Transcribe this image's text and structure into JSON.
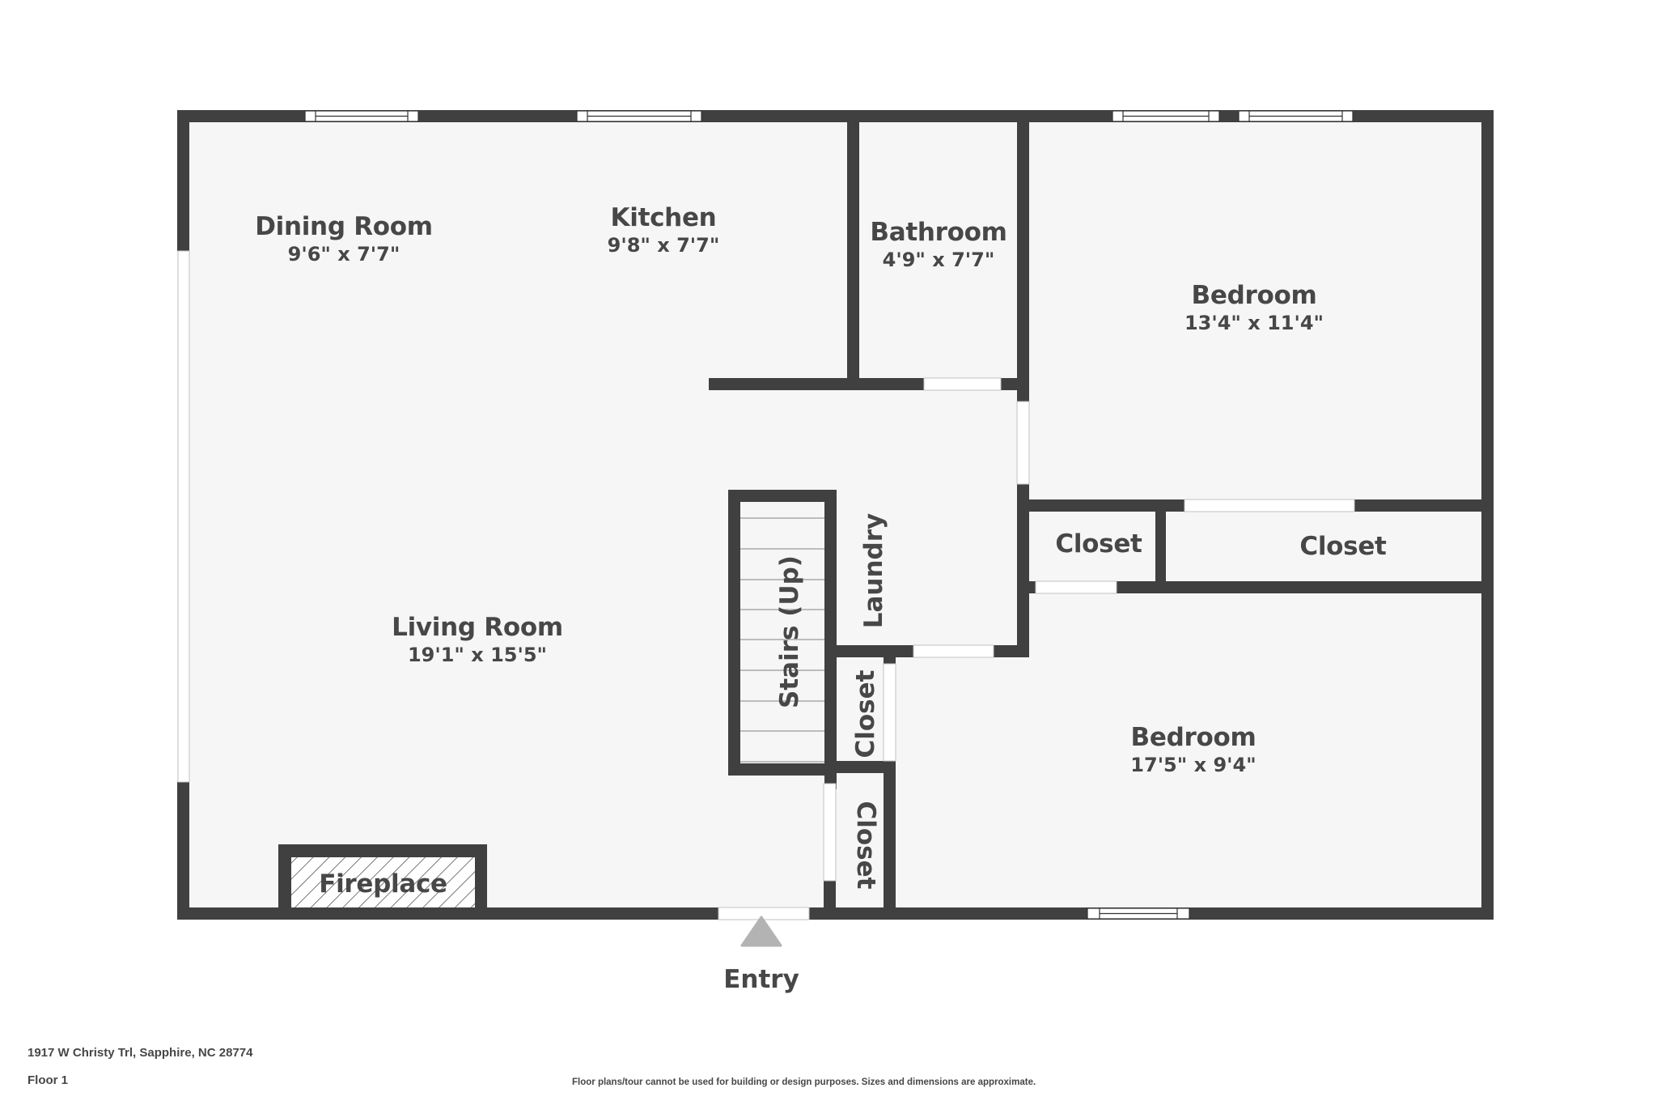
{
  "colors": {
    "wall": "#404040",
    "floor": "#f6f6f6",
    "opening": "#ffffff",
    "opening_edge": "#c2c2c2",
    "text": "#474747",
    "entry_arrow": "#b3b3b3"
  },
  "rooms": {
    "dining": {
      "name": "Dining Room",
      "dims": "9'6\" x 7'7\""
    },
    "kitchen": {
      "name": "Kitchen",
      "dims": "9'8\" x 7'7\""
    },
    "bathroom": {
      "name": "Bathroom",
      "dims": "4'9\" x 7'7\""
    },
    "bedroom1": {
      "name": "Bedroom",
      "dims": "13'4\" x 11'4\""
    },
    "living": {
      "name": "Living Room",
      "dims": "19'1\" x 15'5\""
    },
    "bedroom2": {
      "name": "Bedroom",
      "dims": "17'5\" x 9'4\""
    },
    "closet_a": {
      "name": "Closet"
    },
    "closet_b": {
      "name": "Closet"
    },
    "closet_c": {
      "name": "Closet"
    },
    "closet_d": {
      "name": "Closet"
    },
    "laundry": {
      "name": "Laundry"
    },
    "stairs": {
      "name": "Stairs (Up)"
    },
    "fireplace": {
      "name": "Fireplace"
    }
  },
  "entry": {
    "label": "Entry",
    "icon": "triangle-up-arrow-icon"
  },
  "footer": {
    "address": "1917 W Christy Trl, Sapphire, NC 28774",
    "floor": "Floor 1",
    "disclaimer": "Floor plans/tour cannot be used for building or design purposes. Sizes and dimensions are approximate."
  }
}
